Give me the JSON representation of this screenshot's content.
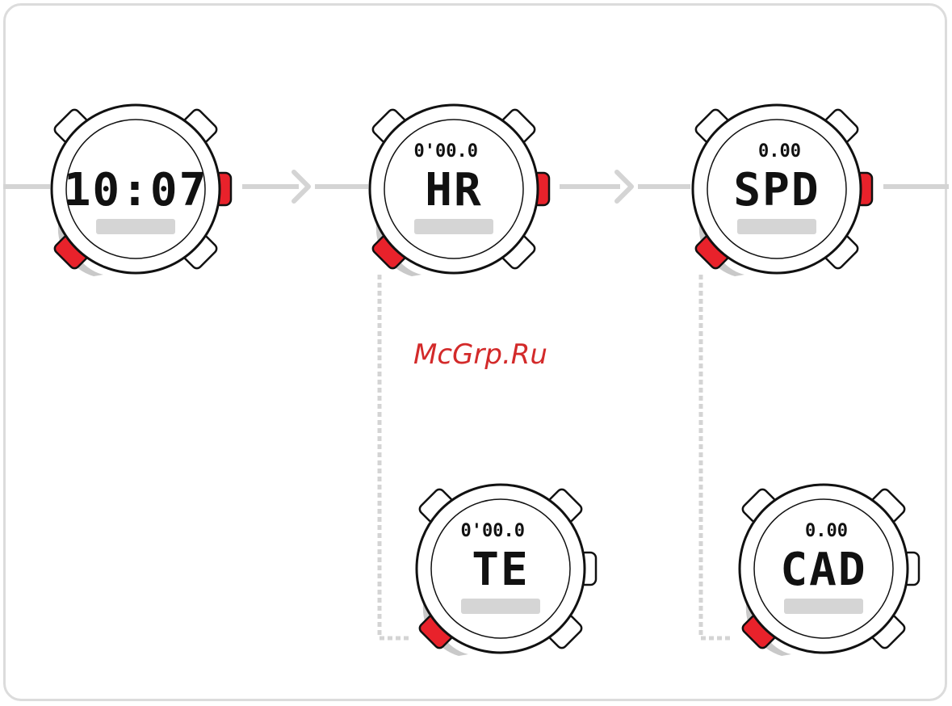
{
  "colors": {
    "accent_red": "#e8222b",
    "connector_gray": "#d4d4d4",
    "frame_gray": "#dcdcdc",
    "ink": "#111111",
    "status_bar": "#d5d5d5",
    "watermark_red": "#d32a2a"
  },
  "watches": [
    {
      "id": "time",
      "main": "10:07",
      "sub": ""
    },
    {
      "id": "hr",
      "main": "HR",
      "sub": "0'00.0"
    },
    {
      "id": "spd",
      "main": "SPD",
      "sub": "0.00"
    },
    {
      "id": "te",
      "main": "TE",
      "sub": "0'00.0"
    },
    {
      "id": "cad",
      "main": "CAD",
      "sub": "0.00"
    }
  ],
  "icons": [
    "arrow-right-icon",
    "arrow-right-icon"
  ],
  "watermark": "McGrp.Ru"
}
